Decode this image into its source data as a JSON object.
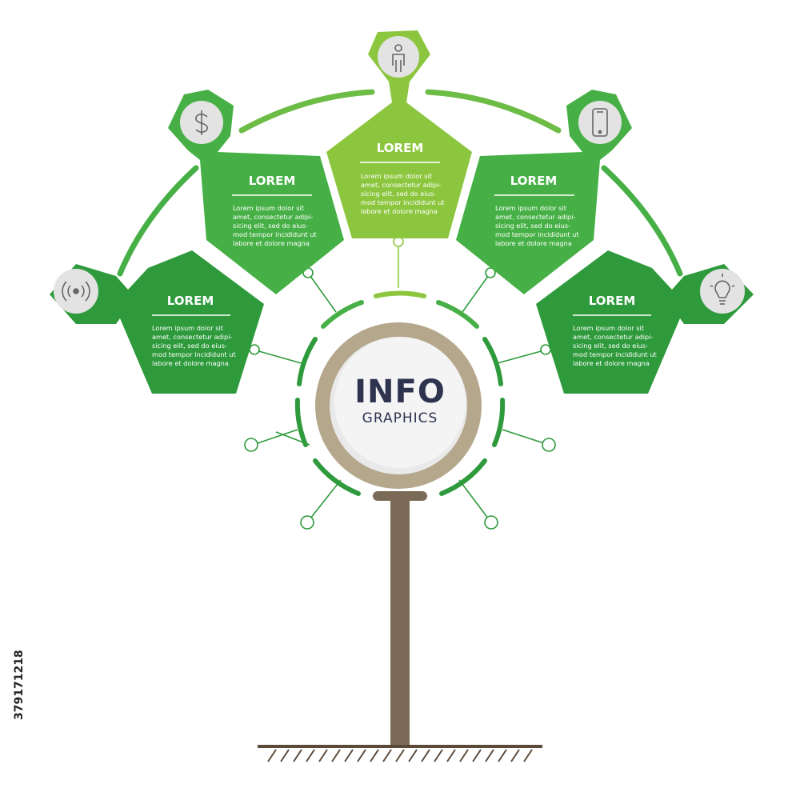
{
  "center": {
    "title": "INFO",
    "subtitle": "GRAPHICS"
  },
  "items": [
    {
      "title": "LOREM",
      "icon": "wireless-signal-icon",
      "text": [
        "Lorem ipsum dolor sit",
        "amet, consectetur adipi-",
        "sicing elit, sed do eius-",
        "mod tempor incididunt ut",
        "labore et dolore magna"
      ]
    },
    {
      "title": "LOREM",
      "icon": "dollar-icon",
      "text": [
        "Lorem ipsum dolor sit",
        "amet, consectetur adipi-",
        "sicing elit, sed do eius-",
        "mod tempor incididunt ut",
        "labore et dolore magna"
      ]
    },
    {
      "title": "LOREM",
      "icon": "person-icon",
      "text": [
        "Lorem ipsum dolor sit",
        "amet, consectetur adipi-",
        "sicing elit, sed do eius-",
        "mod tempor incididunt ut",
        "labore et dolore magna"
      ]
    },
    {
      "title": "LOREM",
      "icon": "smartphone-icon",
      "text": [
        "Lorem ipsum dolor sit",
        "amet, consectetur adipi-",
        "sicing elit, sed do eius-",
        "mod tempor incididunt ut",
        "labore et dolore magna"
      ]
    },
    {
      "title": "LOREM",
      "icon": "lightbulb-icon",
      "text": [
        "Lorem ipsum dolor sit",
        "amet, consectetur adipi-",
        "sicing elit, sed do eius-",
        "mod tempor incididunt ut",
        "labore et dolore magna"
      ]
    }
  ],
  "stock_id": "379171218",
  "colors": {
    "dark_green": "#2e9a3c",
    "mid_green": "#46b046",
    "light_green": "#8cc63f",
    "trunk": "#7a6a56",
    "ring": "#b5a78c",
    "text_dark": "#2e3350"
  }
}
